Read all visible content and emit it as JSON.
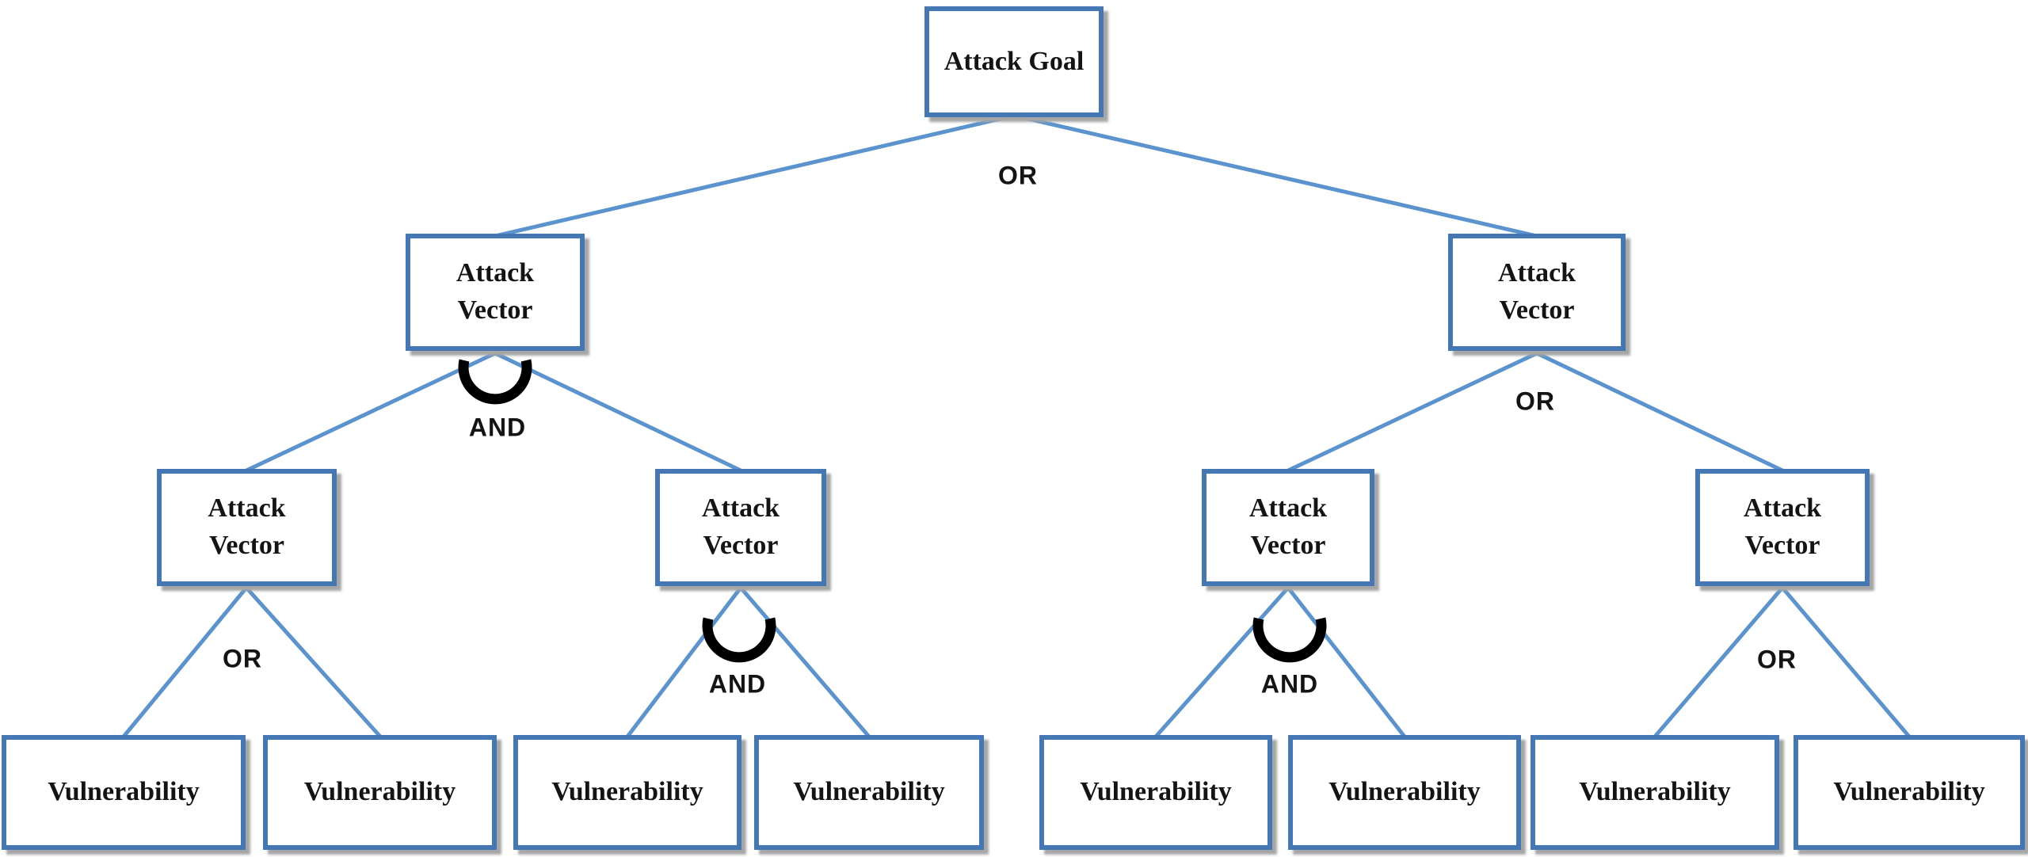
{
  "tree": {
    "root": {
      "label": "Attack Goal",
      "gate": "OR"
    },
    "level2": [
      {
        "label": "Attack Vector",
        "gate": "AND"
      },
      {
        "label": "Attack Vector",
        "gate": "OR"
      }
    ],
    "level3": [
      {
        "label": "Attack Vector",
        "gate": "OR"
      },
      {
        "label": "Attack Vector",
        "gate": "AND"
      },
      {
        "label": "Attack Vector",
        "gate": "AND"
      },
      {
        "label": "Attack Vector",
        "gate": "OR"
      }
    ],
    "leaves": [
      {
        "label": "Vulnerability"
      },
      {
        "label": "Vulnerability"
      },
      {
        "label": "Vulnerability"
      },
      {
        "label": "Vulnerability"
      },
      {
        "label": "Vulnerability"
      },
      {
        "label": "Vulnerability"
      },
      {
        "label": "Vulnerability"
      },
      {
        "label": "Vulnerability"
      }
    ]
  },
  "colors": {
    "box_border": "#4577b5",
    "connector": "#5b93cf",
    "gate_arc": "#000000",
    "node_text": "#141414",
    "gate_text": "#141414",
    "shadow": "#a6a6a6"
  }
}
